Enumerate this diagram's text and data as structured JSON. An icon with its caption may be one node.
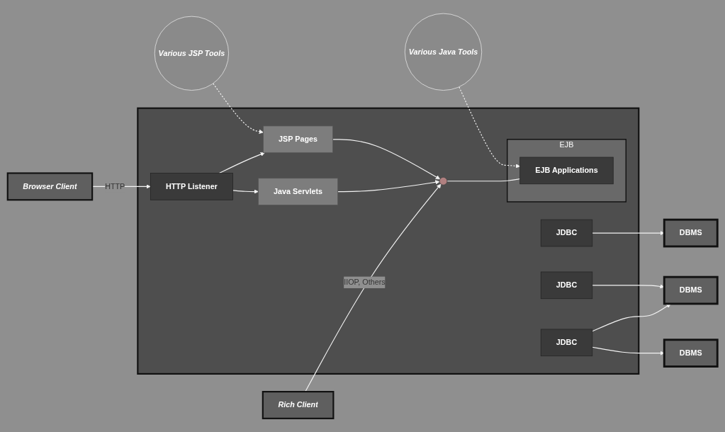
{
  "diagram": {
    "nodes": [
      {
        "text": [
          "Browser Client"
        ]
      },
      {
        "text": [
          "Rich Client"
        ]
      },
      {
        "text": [],
        "shape": "box"
      },
      {
        "text": [
          "HTTP Listener"
        ],
        "in": 2
      },
      {
        "text": [
          "Various JSP Tools"
        ]
      },
      {
        "text": [
          "JSP Pages"
        ],
        "in": 2
      },
      {
        "text": [
          "Java Servlets"
        ],
        "in": 2
      },
      {
        "text": [
          "Various Java Tools"
        ]
      },
      {
        "text": [
          "EJB"
        ],
        "in": 2
      },
      {
        "text": [],
        "shape": "circle",
        "in": 2
      },
      {
        "text": [
          "EJB Applications"
        ],
        "in": 8
      },
      {
        "text": [
          "JDBC"
        ],
        "in": 2
      },
      {
        "text": [
          "JDBC"
        ],
        "in": 2
      },
      {
        "text": [
          "JDBC"
        ],
        "in": 2
      },
      {
        "text": [
          "DBMS"
        ]
      },
      {
        "text": [
          "DBMS"
        ]
      },
      {
        "text": [
          "DBMS"
        ]
      }
    ],
    "edges": [
      {
        "from": 0,
        "to": 3,
        "arrow": "to",
        "label": "HTTP"
      },
      {
        "from": 4,
        "to": 5,
        "arrow": "to",
        "style": "dashed"
      },
      {
        "from": 3,
        "to": 5,
        "arrow": "to"
      },
      {
        "from": 3,
        "to": 6,
        "arrow": "to"
      },
      {
        "from": 7,
        "to": 10,
        "arrow": "to",
        "style": "dashed"
      },
      {
        "from": 5,
        "to": 9,
        "arrow": "to"
      },
      {
        "from": 6,
        "to": 9,
        "arrow": "to"
      },
      {
        "from": 1,
        "to": 9,
        "arrow": "to",
        "label": "IIOP, Others"
      },
      {
        "from": 9,
        "to": 10,
        "arrow": "none"
      },
      {
        "from": 11,
        "to": 14,
        "arrow": "to"
      },
      {
        "from": 12,
        "to": 15,
        "arrow": "to"
      },
      {
        "from": 13,
        "to": 15,
        "arrow": "to"
      },
      {
        "from": 13,
        "to": 16,
        "arrow": "to"
      }
    ]
  }
}
